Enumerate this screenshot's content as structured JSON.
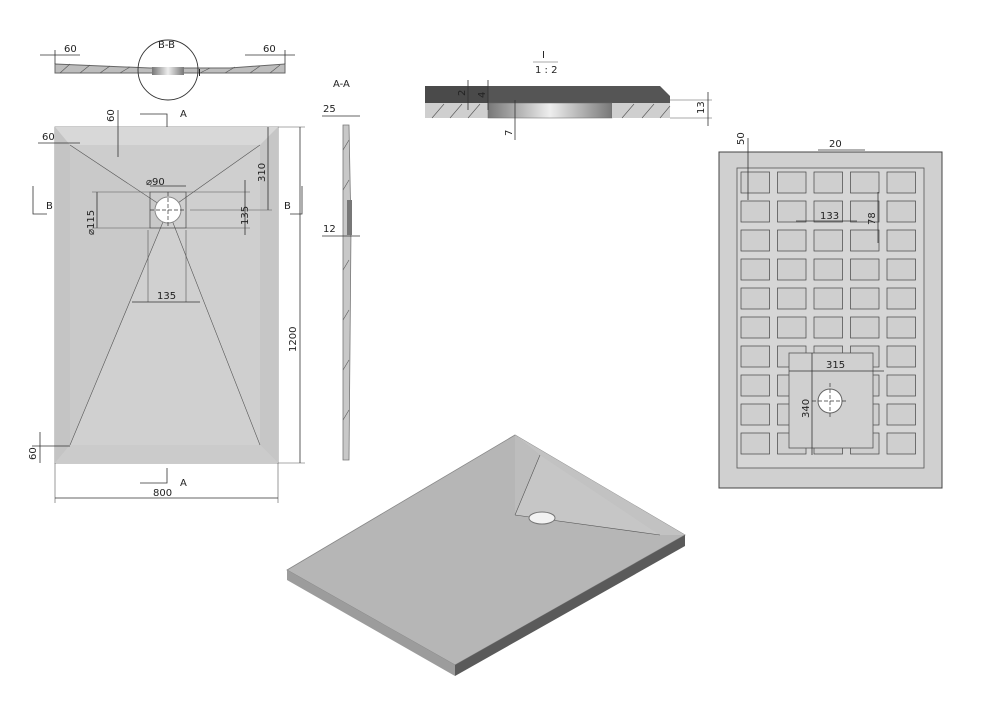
{
  "drawing": {
    "section_bb": "B-B",
    "section_aa": "A-A",
    "detail_label": "I",
    "detail_scale": "1 : 2",
    "detail_marker": "I",
    "arrow_a": "A",
    "arrow_b": "B"
  },
  "dimensions": {
    "top_left_60": "60",
    "top_right_60": "60",
    "plan_60_top": "60",
    "plan_60_left": "60",
    "plan_60_bottom": "60",
    "drain_dia_90": "⌀90",
    "drain_dia_115": "⌀115",
    "drain_310": "310",
    "drain_135_v": "135",
    "drain_135_h": "135",
    "length_1200": "1200",
    "width_800": "800",
    "aa_25": "25",
    "aa_12": "12",
    "detail_2": "2",
    "detail_4": "4",
    "detail_7": "7",
    "detail_13": "13",
    "bottom_50": "50",
    "bottom_20": "20",
    "bottom_133": "133",
    "bottom_78": "78",
    "bottom_315": "315",
    "bottom_340": "340"
  },
  "colors": {
    "tray_face": "#c8c8c8",
    "tray_light": "#d6d6d6",
    "section_fill": "#4a4a4a",
    "iso_top": "#b4b4b4",
    "iso_side": "#5a5a5a",
    "bottom_bg": "#d0d0d0",
    "bottom_cell": "#cfcfcf"
  }
}
